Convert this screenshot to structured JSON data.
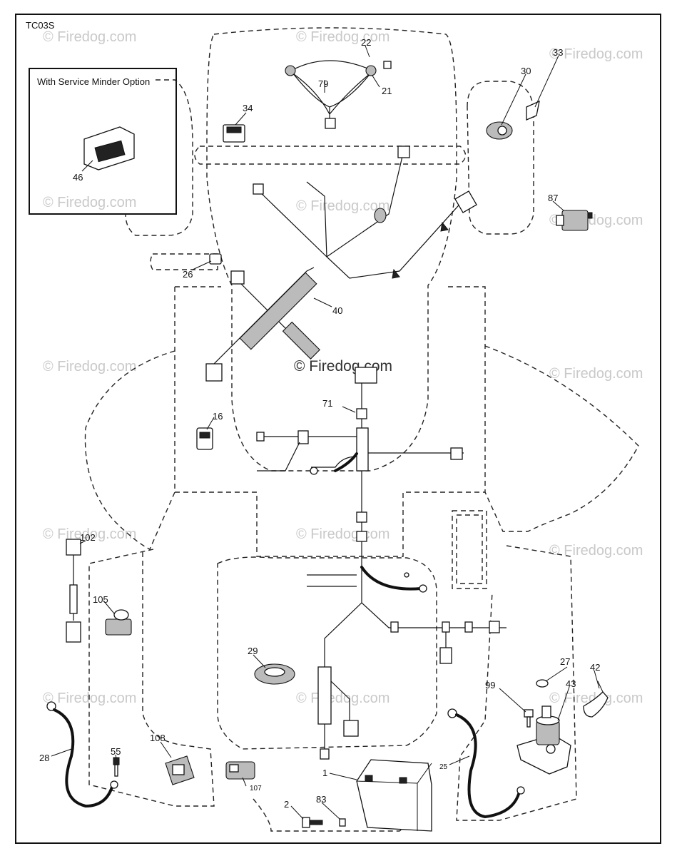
{
  "diagram": {
    "code": "TC03S",
    "inset_title": "With Service Minder Option",
    "watermark": "© Firedog.com",
    "parts": [
      {
        "id": "p1",
        "number": "1"
      },
      {
        "id": "p2",
        "number": "2"
      },
      {
        "id": "p16",
        "number": "16"
      },
      {
        "id": "p21",
        "number": "21"
      },
      {
        "id": "p22",
        "number": "22"
      },
      {
        "id": "p25",
        "number": "25"
      },
      {
        "id": "p26",
        "number": "26"
      },
      {
        "id": "p27",
        "number": "27"
      },
      {
        "id": "p28",
        "number": "28"
      },
      {
        "id": "p29",
        "number": "29"
      },
      {
        "id": "p30",
        "number": "30"
      },
      {
        "id": "p33",
        "number": "33"
      },
      {
        "id": "p34",
        "number": "34"
      },
      {
        "id": "p40",
        "number": "40"
      },
      {
        "id": "p42",
        "number": "42"
      },
      {
        "id": "p43",
        "number": "43"
      },
      {
        "id": "p46",
        "number": "46"
      },
      {
        "id": "p55",
        "number": "55"
      },
      {
        "id": "p71",
        "number": "71"
      },
      {
        "id": "p79",
        "number": "79"
      },
      {
        "id": "p83",
        "number": "83"
      },
      {
        "id": "p87",
        "number": "87"
      },
      {
        "id": "p99",
        "number": "99"
      },
      {
        "id": "p102",
        "number": "102"
      },
      {
        "id": "p105",
        "number": "105"
      },
      {
        "id": "p107",
        "number": "107"
      },
      {
        "id": "p108",
        "number": "108"
      }
    ]
  }
}
